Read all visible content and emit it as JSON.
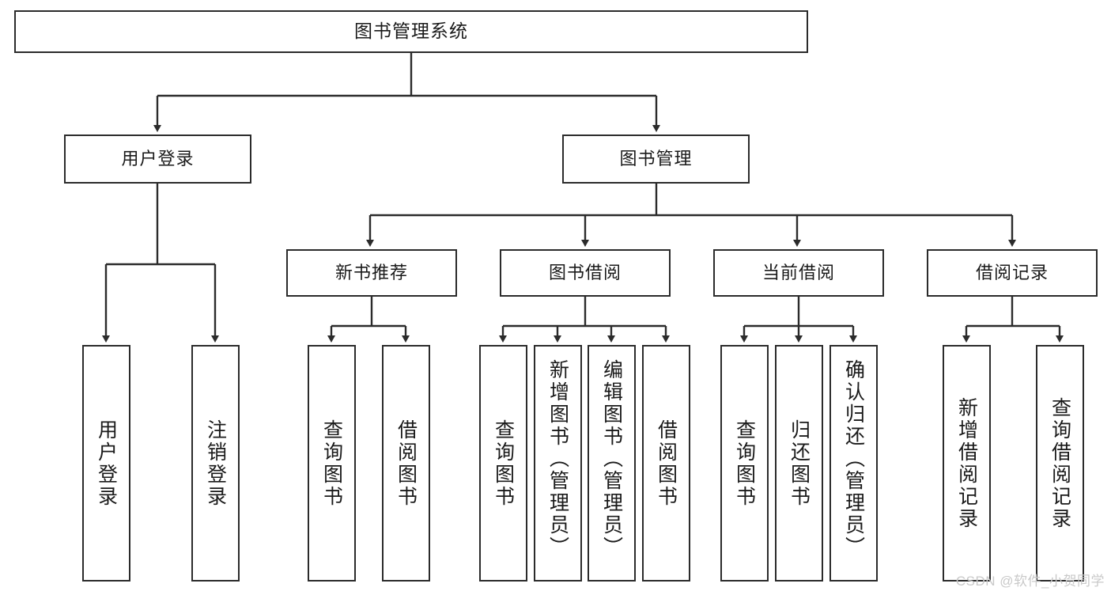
{
  "diagram": {
    "type": "tree",
    "title": "图书管理系统",
    "root": {
      "id": "root",
      "label": "图书管理系统"
    },
    "level2": [
      {
        "id": "user-login",
        "label": "用户登录"
      },
      {
        "id": "book-manage",
        "label": "图书管理"
      }
    ],
    "level3": [
      {
        "id": "new-book-rec",
        "label": "新书推荐"
      },
      {
        "id": "book-borrow",
        "label": "图书借阅"
      },
      {
        "id": "current-borrow",
        "label": "当前借阅"
      },
      {
        "id": "borrow-record",
        "label": "借阅记录"
      }
    ],
    "leaves": {
      "user-login": [
        {
          "id": "leaf-user-login",
          "label": "用户登录"
        },
        {
          "id": "leaf-user-logout",
          "label": "注销登录"
        }
      ],
      "new-book-rec": [
        {
          "id": "leaf-query-book-1",
          "label": "查询图书"
        },
        {
          "id": "leaf-borrow-book-1",
          "label": "借阅图书"
        }
      ],
      "book-borrow": [
        {
          "id": "leaf-query-book-2",
          "label": "查询图书"
        },
        {
          "id": "leaf-add-book",
          "label": "新增图书（管理员）"
        },
        {
          "id": "leaf-edit-book",
          "label": "编辑图书（管理员）"
        },
        {
          "id": "leaf-borrow-book-2",
          "label": "借阅图书"
        }
      ],
      "current-borrow": [
        {
          "id": "leaf-query-book-3",
          "label": "查询图书"
        },
        {
          "id": "leaf-return-book",
          "label": "归还图书"
        },
        {
          "id": "leaf-confirm-return",
          "label": "确认归还（管理员）"
        }
      ],
      "borrow-record": [
        {
          "id": "leaf-add-record",
          "label": "新增借阅记录"
        },
        {
          "id": "leaf-query-record",
          "label": "查询借阅记录"
        }
      ]
    }
  },
  "watermark": {
    "text": "CSDN @软件_小贺同学"
  },
  "colors": {
    "stroke": "#2b2b2b",
    "box_fill": "#ffffff",
    "text": "#1a1a1a",
    "watermark": "#c9c9c9",
    "background": "#ffffff"
  }
}
